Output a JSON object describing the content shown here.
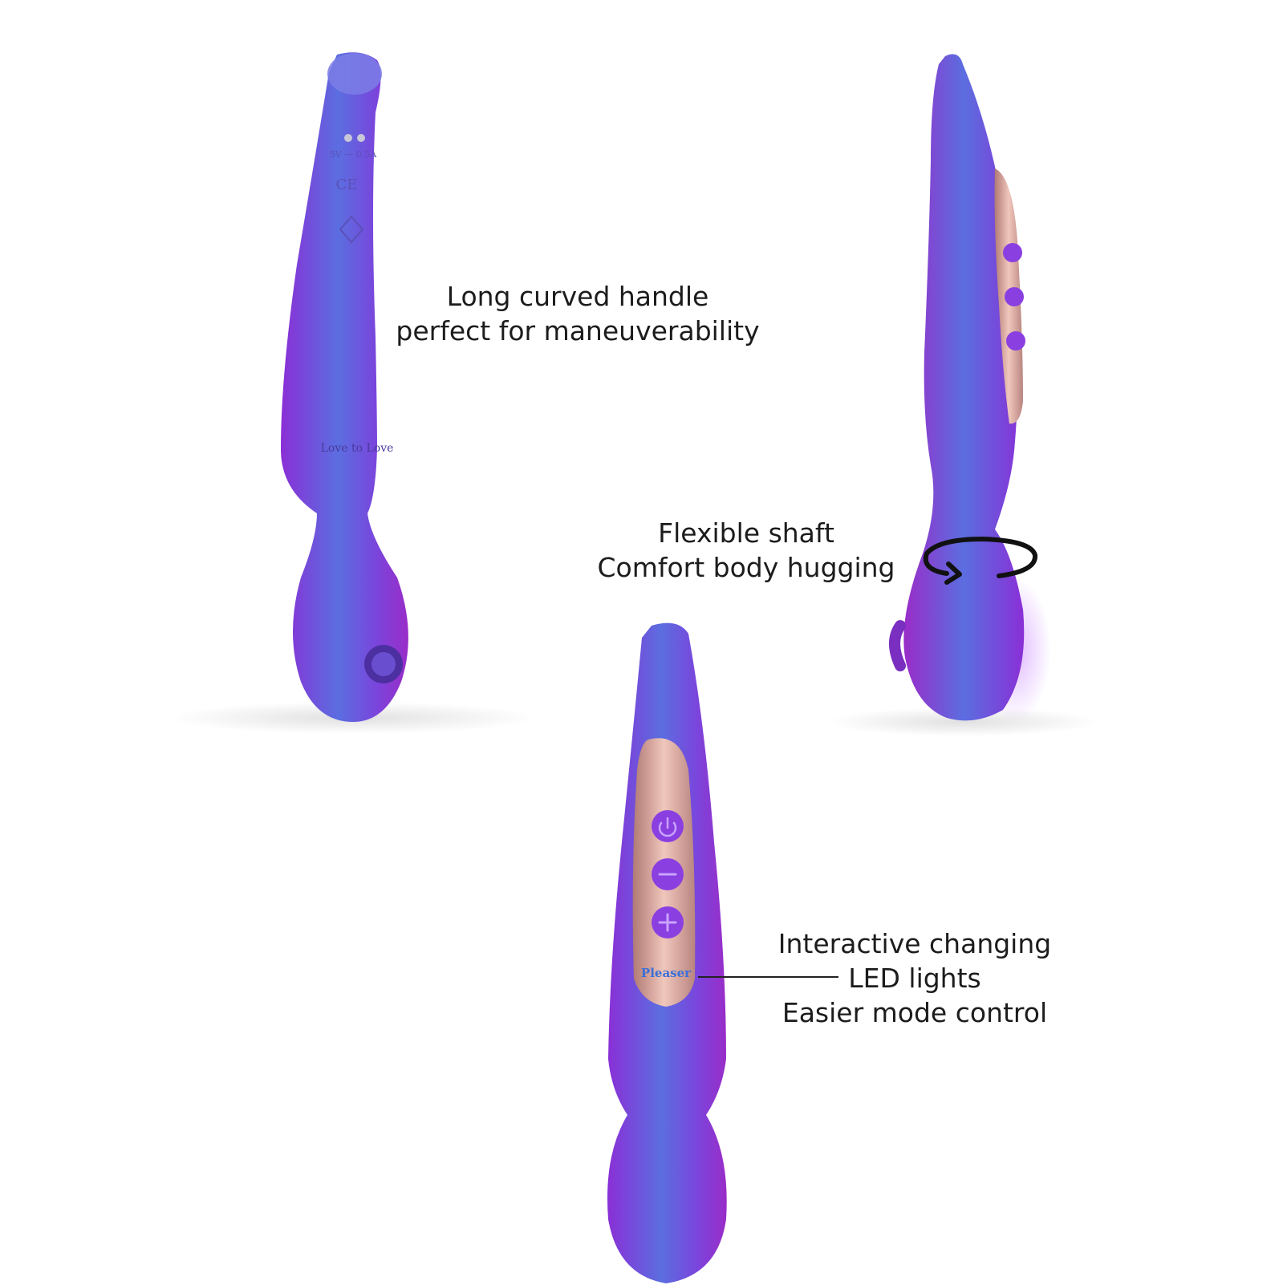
{
  "captions": {
    "handle": {
      "line1": "Long curved handle",
      "line2": "perfect for maneuverability"
    },
    "shaft": {
      "line1": "Flexible shaft",
      "line2": "Comfort body hugging"
    },
    "led": {
      "line1": "Interactive changing",
      "line2": "LED lights",
      "line3": "Easier mode control"
    }
  },
  "product_marks": {
    "back_rating": "5V — 0.5A",
    "back_cert": "CE",
    "brand_engraving": "Love to Love",
    "panel_logo": "Pleaser"
  },
  "colors": {
    "body_purple": "#8a2fd6",
    "body_blue": "#5b6ee0",
    "panel_rose": "#d8a49a",
    "text": "#1c1c1c"
  }
}
